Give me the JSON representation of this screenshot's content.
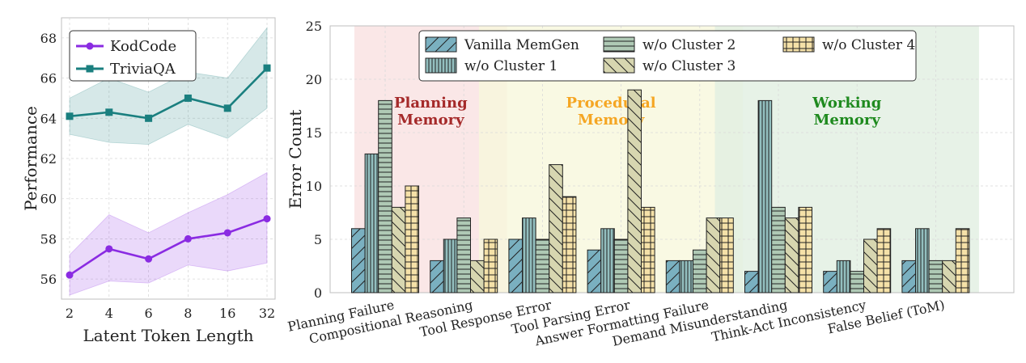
{
  "chart_data": [
    {
      "type": "line",
      "xlabel": "Latent Token Length",
      "ylabel": "Performance",
      "x": [
        "2",
        "4",
        "6",
        "8",
        "16",
        "32"
      ],
      "ylim": [
        55,
        69
      ],
      "yticks": [
        56,
        58,
        60,
        62,
        64,
        66,
        68
      ],
      "grid": true,
      "legend": "top-left",
      "series": [
        {
          "name": "KodCode",
          "color": "#8a2be2",
          "marker": "circle",
          "values": [
            56.2,
            57.5,
            57.0,
            58.0,
            58.3,
            59.0
          ],
          "band_lower": [
            55.2,
            55.9,
            55.8,
            56.7,
            56.4,
            56.8
          ],
          "band_upper": [
            57.2,
            59.2,
            58.3,
            59.3,
            60.2,
            61.3
          ]
        },
        {
          "name": "TriviaQA",
          "color": "#1a7f7f",
          "marker": "square",
          "values": [
            64.1,
            64.3,
            64.0,
            65.0,
            64.5,
            66.5
          ],
          "band_lower": [
            63.2,
            62.8,
            62.7,
            63.7,
            63.0,
            64.5
          ],
          "band_upper": [
            65.0,
            66.0,
            65.3,
            66.3,
            66.0,
            68.5
          ]
        }
      ]
    },
    {
      "type": "bar",
      "ylabel": "Error Count",
      "ylim": [
        0,
        25
      ],
      "yticks": [
        0,
        5,
        10,
        15,
        20,
        25
      ],
      "grid": true,
      "legend": "top-center",
      "categories": [
        "Planning Failure",
        "Compositional Reasoning",
        "Tool Response Error",
        "Tool Parsing Error",
        "Answer Formatting Failure",
        "Demand Misunderstanding",
        "Think-Act Inconsistency",
        "False Belief (ToM)"
      ],
      "series": [
        {
          "name": "Vanilla MemGen",
          "color": "#7ab0c0",
          "hatch": "diag-forward",
          "values": [
            6,
            3,
            5,
            4,
            3,
            2,
            2,
            3
          ]
        },
        {
          "name": "w/o Cluster 1",
          "color": "#93bfbf",
          "hatch": "vertical",
          "values": [
            13,
            5,
            7,
            6,
            3,
            18,
            3,
            6
          ]
        },
        {
          "name": "w/o Cluster 2",
          "color": "#afc9b5",
          "hatch": "horizontal",
          "values": [
            18,
            7,
            5,
            5,
            4,
            8,
            2,
            3
          ]
        },
        {
          "name": "w/o Cluster 3",
          "color": "#d7d6b0",
          "hatch": "diag-back",
          "values": [
            8,
            3,
            12,
            19,
            7,
            7,
            5,
            3
          ]
        },
        {
          "name": "w/o Cluster 4",
          "color": "#f5e1a8",
          "hatch": "grid",
          "values": [
            10,
            5,
            9,
            8,
            7,
            8,
            6,
            6
          ]
        }
      ],
      "regions": [
        {
          "label_line1": "Planning",
          "label_line2": "Memory",
          "color": "#a52a2a",
          "fill": "#f9e1e1",
          "from": 0,
          "to": 1
        },
        {
          "label_line1": "Procedural",
          "label_line2": "Memory",
          "color": "#f5a623",
          "fill": "#f8f7dc",
          "from": 2,
          "to": 4
        },
        {
          "label_line1": "Working",
          "label_line2": "Memory",
          "color": "#1e8a1e",
          "fill": "#e1efe1",
          "from": 5,
          "to": 7
        }
      ]
    }
  ]
}
